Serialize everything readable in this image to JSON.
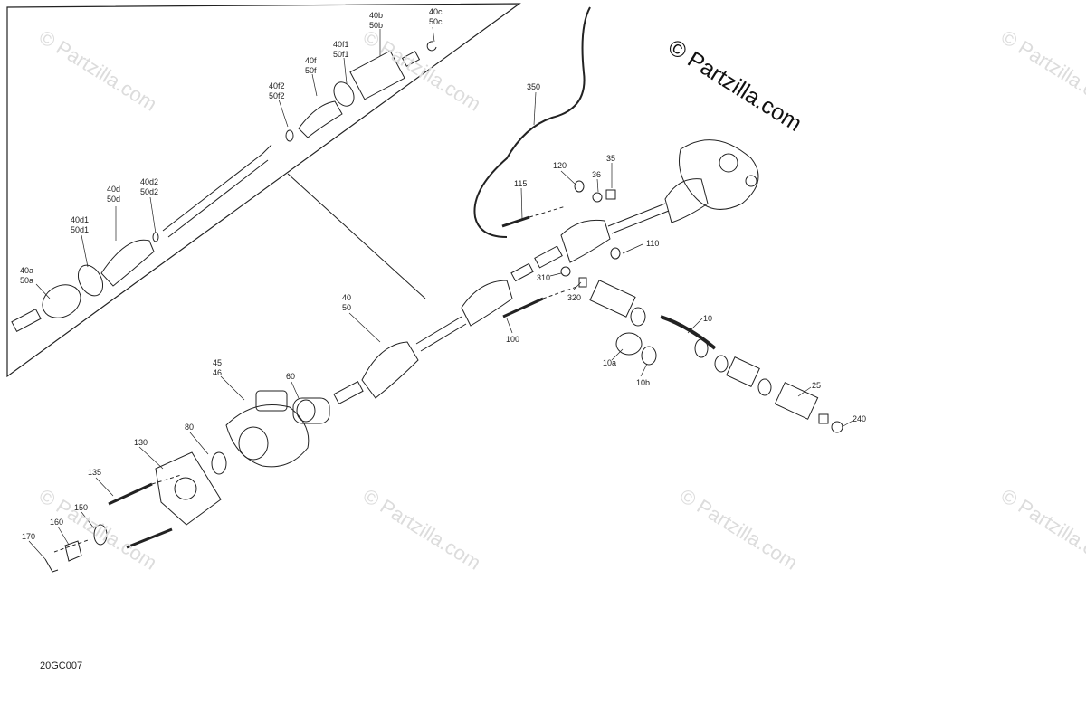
{
  "copyright_text": "© Partzilla.com",
  "watermark_text": "© Partzilla.com",
  "diagram_code": "20GC007",
  "callouts": {
    "c40c": [
      "40c",
      "50c"
    ],
    "c40b": [
      "40b",
      "50b"
    ],
    "c40f1": [
      "40f1",
      "50f1"
    ],
    "c40f": [
      "40f",
      "50f"
    ],
    "c40f2": [
      "40f2",
      "50f2"
    ],
    "c40d2": [
      "40d2",
      "50d2"
    ],
    "c40d": [
      "40d",
      "50d"
    ],
    "c40d1": [
      "40d1",
      "50d1"
    ],
    "c40a": [
      "40a",
      "50a"
    ],
    "c40": [
      "40",
      "50"
    ],
    "c45": [
      "45",
      "46"
    ],
    "c350": "350",
    "c120": "120",
    "c36": "36",
    "c35": "35",
    "c115": "115",
    "c110": "110",
    "c310": "310",
    "c320": "320",
    "c100": "100",
    "c10": "10",
    "c10a": "10a",
    "c10b": "10b",
    "c25": "25",
    "c240": "240",
    "c60": "60",
    "c80": "80",
    "c130": "130",
    "c135": "135",
    "c150": "150",
    "c160": "160",
    "c170": "170"
  }
}
